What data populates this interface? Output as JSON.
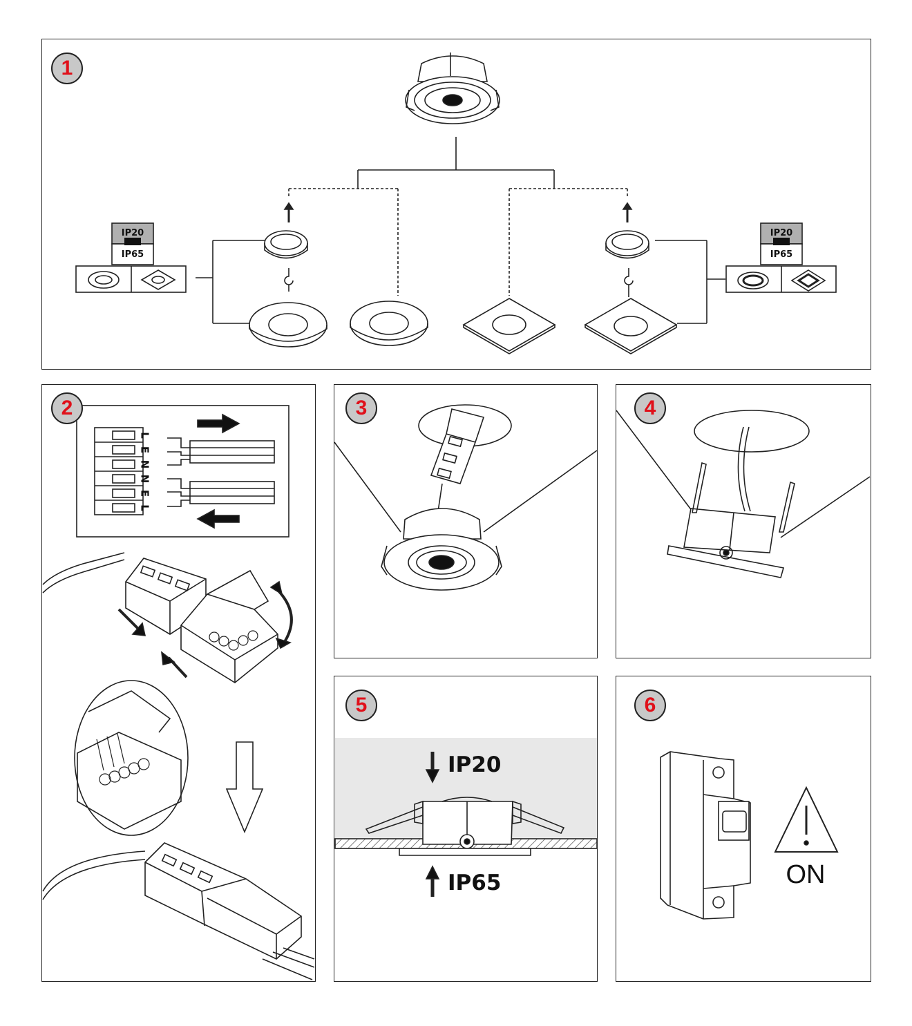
{
  "steps": [
    "1",
    "2",
    "3",
    "4",
    "5",
    "6"
  ],
  "ip_box_left": {
    "top": "IP20",
    "bottom": "IP65"
  },
  "ip_box_right": {
    "top": "IP20",
    "bottom": "IP65"
  },
  "terminal_letters": [
    "L",
    "E",
    "N",
    "N",
    "E",
    "L"
  ],
  "step5": {
    "top_label": "IP20",
    "bottom_label": "IP65"
  },
  "step6": {
    "switch_label": "ON"
  },
  "colors": {
    "badge_fill": "#c8c8c8",
    "badge_text": "#e0101a",
    "line": "#222222",
    "ip20_fill": "#b0b0b0",
    "ceiling_fill": "#e8e8e8"
  }
}
